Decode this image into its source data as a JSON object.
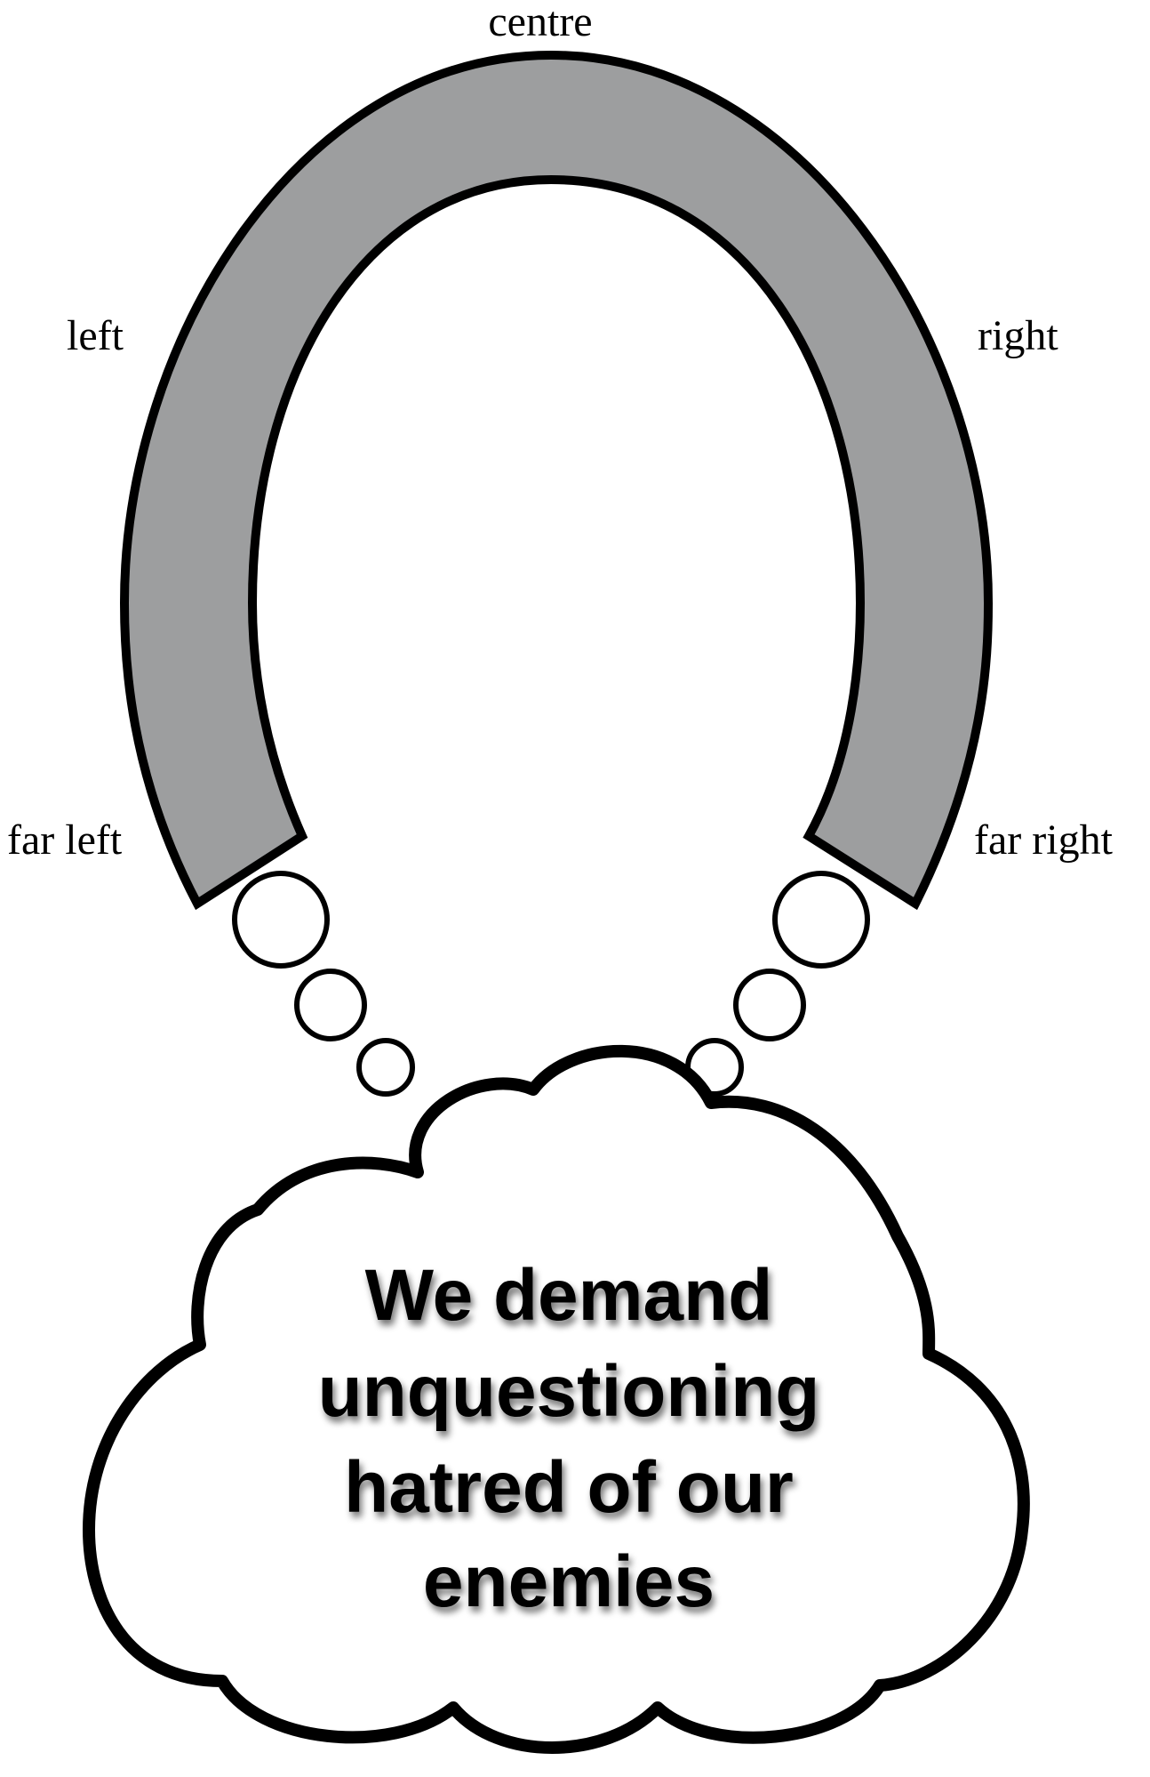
{
  "spectrum_labels": {
    "centre": "centre",
    "left": "left",
    "right": "right",
    "far_left": "far left",
    "far_right": "far right"
  },
  "thought_bubble": {
    "lines": [
      "We demand",
      "unquestioning",
      "hatred of our",
      "enemies"
    ]
  },
  "colors": {
    "horseshoe_fill": "#9d9e9f",
    "outline": "#000000",
    "background": "#ffffff"
  }
}
